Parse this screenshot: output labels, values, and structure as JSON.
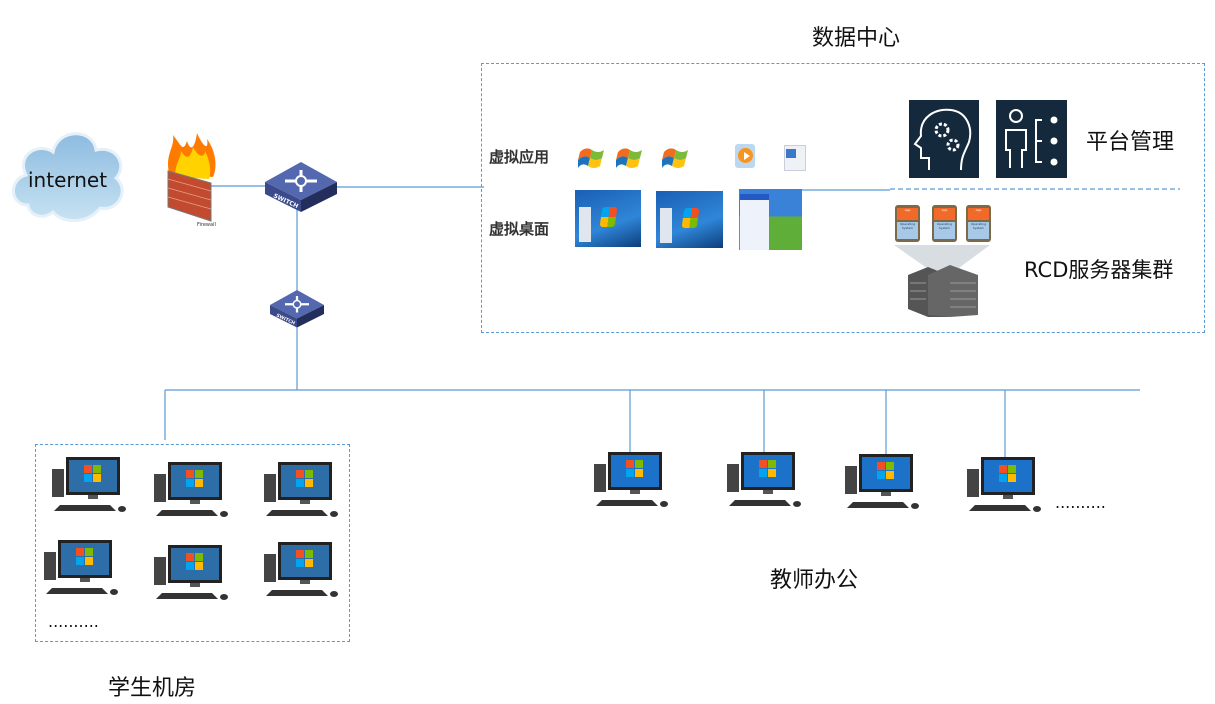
{
  "titles": {
    "data_center": "数据中心",
    "platform_mgmt": "平台管理",
    "rcd_cluster": "RCD服务器集群",
    "teacher_office": "教师办公",
    "student_lab": "学生机房"
  },
  "internet": {
    "label": "internet"
  },
  "firewall": {
    "label": "Firewall"
  },
  "switch": {
    "label": "SWITCH"
  },
  "data_center": {
    "virtual_apps_label": "虚拟应用",
    "virtual_desktops_label": "虚拟桌面"
  },
  "server_vm": {
    "app": "App",
    "os": "Operating System"
  },
  "ellipsis": {
    "student": "..........",
    "teacher": ".........."
  },
  "icons": [
    "cloud-icon",
    "firewall-icon",
    "switch-icon",
    "windows-logo-icon",
    "media-player-icon",
    "word-document-icon",
    "brain-gears-icon",
    "person-list-icon",
    "server-rack-icon",
    "desktop-computer-icon"
  ],
  "colors": {
    "line": "#5b9bd5",
    "dark_tile": "#15293d",
    "switch": "#4a5ea8"
  }
}
